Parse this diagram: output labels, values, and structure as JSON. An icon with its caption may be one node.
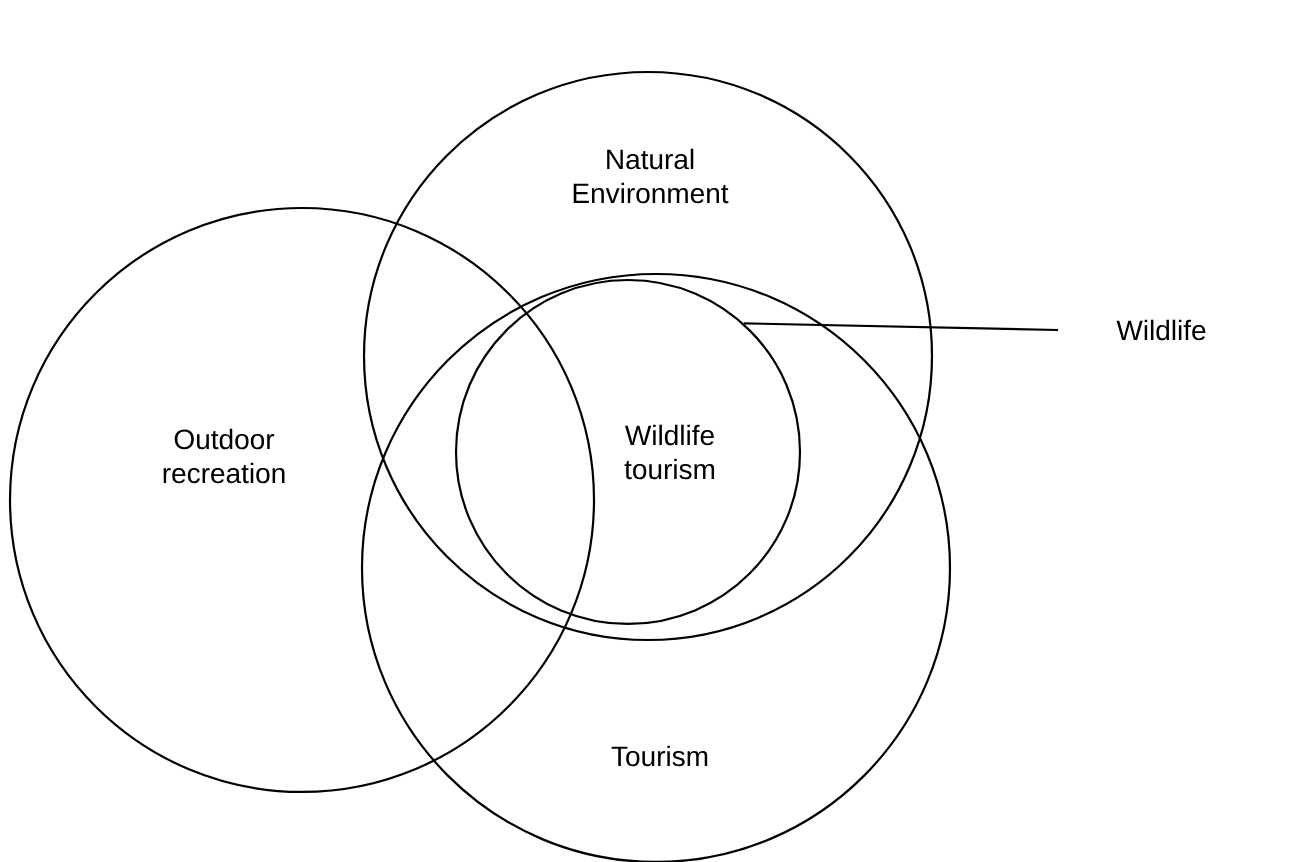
{
  "diagram": {
    "nodes": [
      {
        "text": [
          "Natural Environment"
        ]
      },
      {
        "text": [],
        "shape": "circle"
      },
      {
        "text": [
          "Outdoor recreation"
        ]
      },
      {
        "text": [
          "Tourism"
        ]
      },
      {
        "text": [
          "Wildlife"
        ]
      }
    ],
    "edges": [
      {
        "from": 4,
        "to": 1,
        "arrow": "none"
      }
    ],
    "labels": [
      "Wildlife tourism"
    ]
  }
}
